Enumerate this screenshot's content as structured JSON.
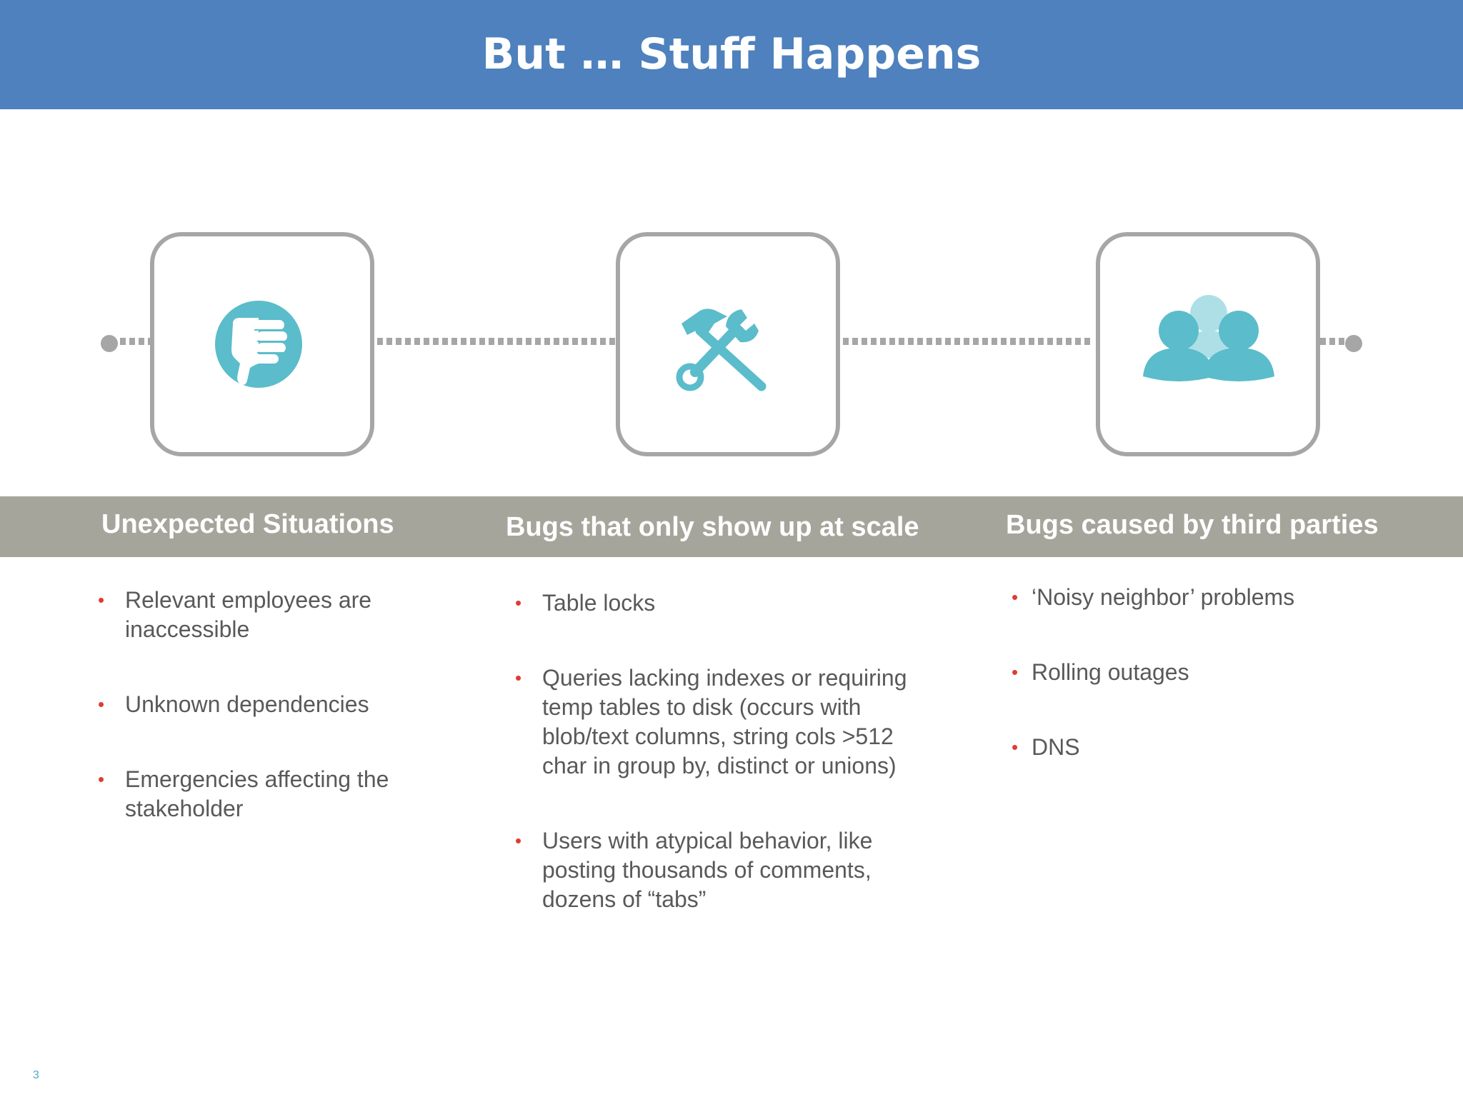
{
  "slide": {
    "title": "But … Stuff Happens",
    "page_number": "3",
    "accent_color": "#4e81bd",
    "icon_color": "#5bbccb",
    "band_color": "#a5a59b",
    "bullet_color": "#e03c31"
  },
  "columns": [
    {
      "icon": "thumbs-down-icon",
      "heading": "Unexpected Situations",
      "bullets": [
        "Relevant employees are inaccessible",
        "Unknown dependencies",
        "Emergencies affecting the stakeholder"
      ]
    },
    {
      "icon": "tools-icon",
      "heading": "Bugs that only show up at scale",
      "bullets": [
        "Table locks",
        "Queries lacking indexes or requiring temp tables to disk (occurs with blob/text columns, string cols >512 char in group by, distinct or unions)",
        "Users with atypical behavior, like posting thousands of comments, dozens of “tabs”"
      ]
    },
    {
      "icon": "people-icon",
      "heading": "Bugs caused by third parties",
      "bullets": [
        "‘Noisy neighbor’ problems",
        "Rolling outages",
        "DNS"
      ]
    }
  ]
}
